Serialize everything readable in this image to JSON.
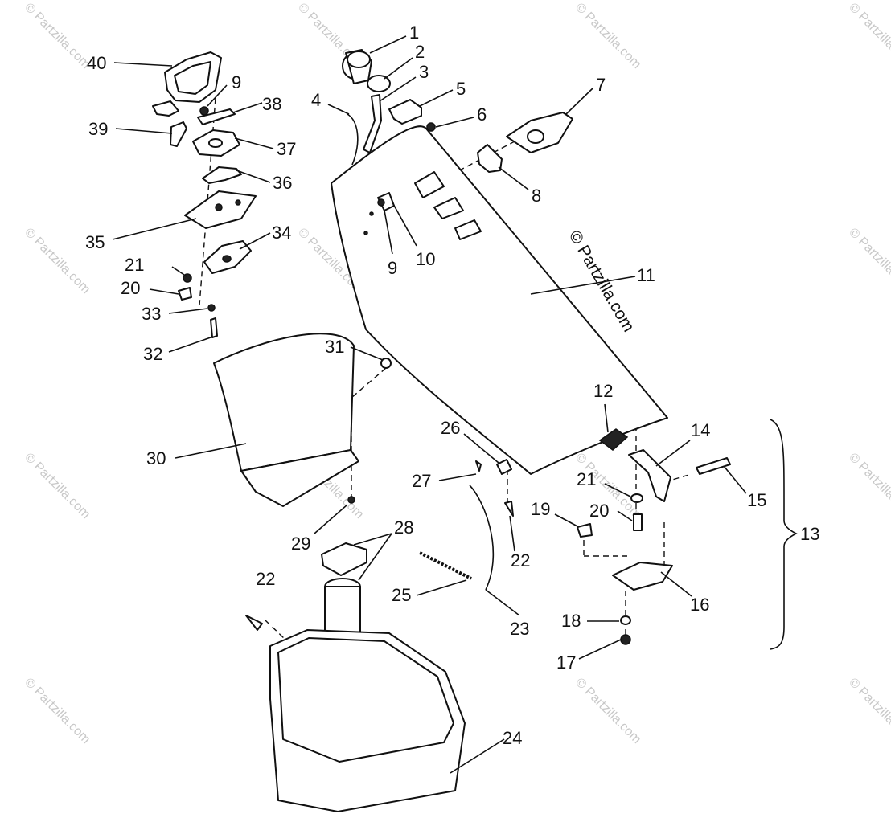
{
  "watermark": {
    "text": "© Partzilla.com",
    "color": "#c8c8c8"
  },
  "callouts": {
    "c1": "1",
    "c2": "2",
    "c3": "3",
    "c4": "4",
    "c5": "5",
    "c6": "6",
    "c7": "7",
    "c8": "8",
    "c9a": "9",
    "c9b": "9",
    "c10": "10",
    "c11": "11",
    "c12": "12",
    "c13": "13",
    "c14": "14",
    "c15": "15",
    "c16": "16",
    "c17": "17",
    "c18": "18",
    "c19": "19",
    "c20a": "20",
    "c20b": "20",
    "c21a": "21",
    "c21b": "21",
    "c22a": "22",
    "c22b": "22",
    "c23": "23",
    "c24": "24",
    "c25": "25",
    "c26": "26",
    "c27": "27",
    "c28": "28",
    "c29": "29",
    "c30": "30",
    "c31": "31",
    "c32": "32",
    "c33": "33",
    "c34": "34",
    "c35": "35",
    "c36": "36",
    "c37": "37",
    "c38": "38",
    "c39": "39",
    "c40": "40"
  }
}
